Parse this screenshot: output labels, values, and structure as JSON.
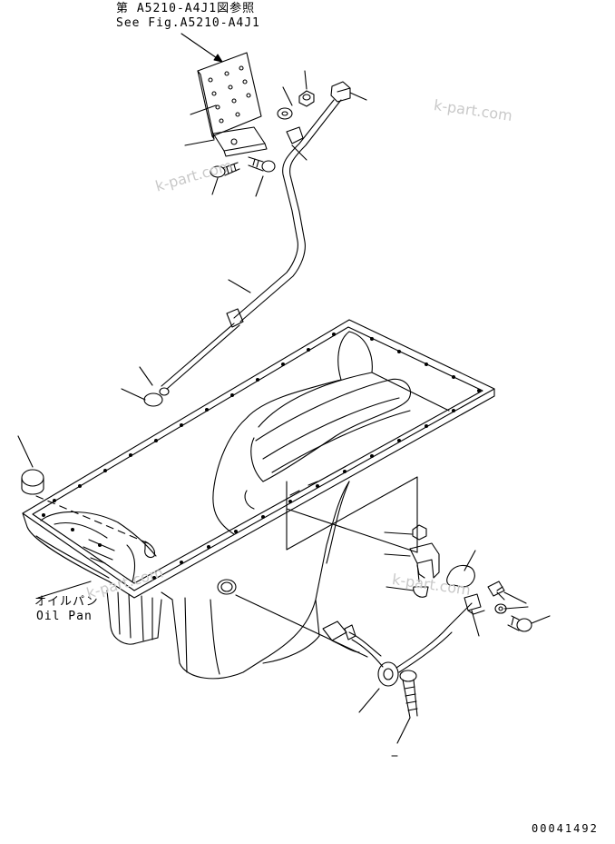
{
  "reference_note": {
    "line1": "第 A5210-A4J1図参照",
    "line2": "See Fig.A5210-A4J1"
  },
  "oil_pan_label": {
    "japanese": "オイルパン",
    "english": "Oil Pan"
  },
  "watermarks": [
    "k-part.com",
    "k-part.com",
    "k-part.com",
    "k-part.com"
  ],
  "figure_number": "00041492"
}
